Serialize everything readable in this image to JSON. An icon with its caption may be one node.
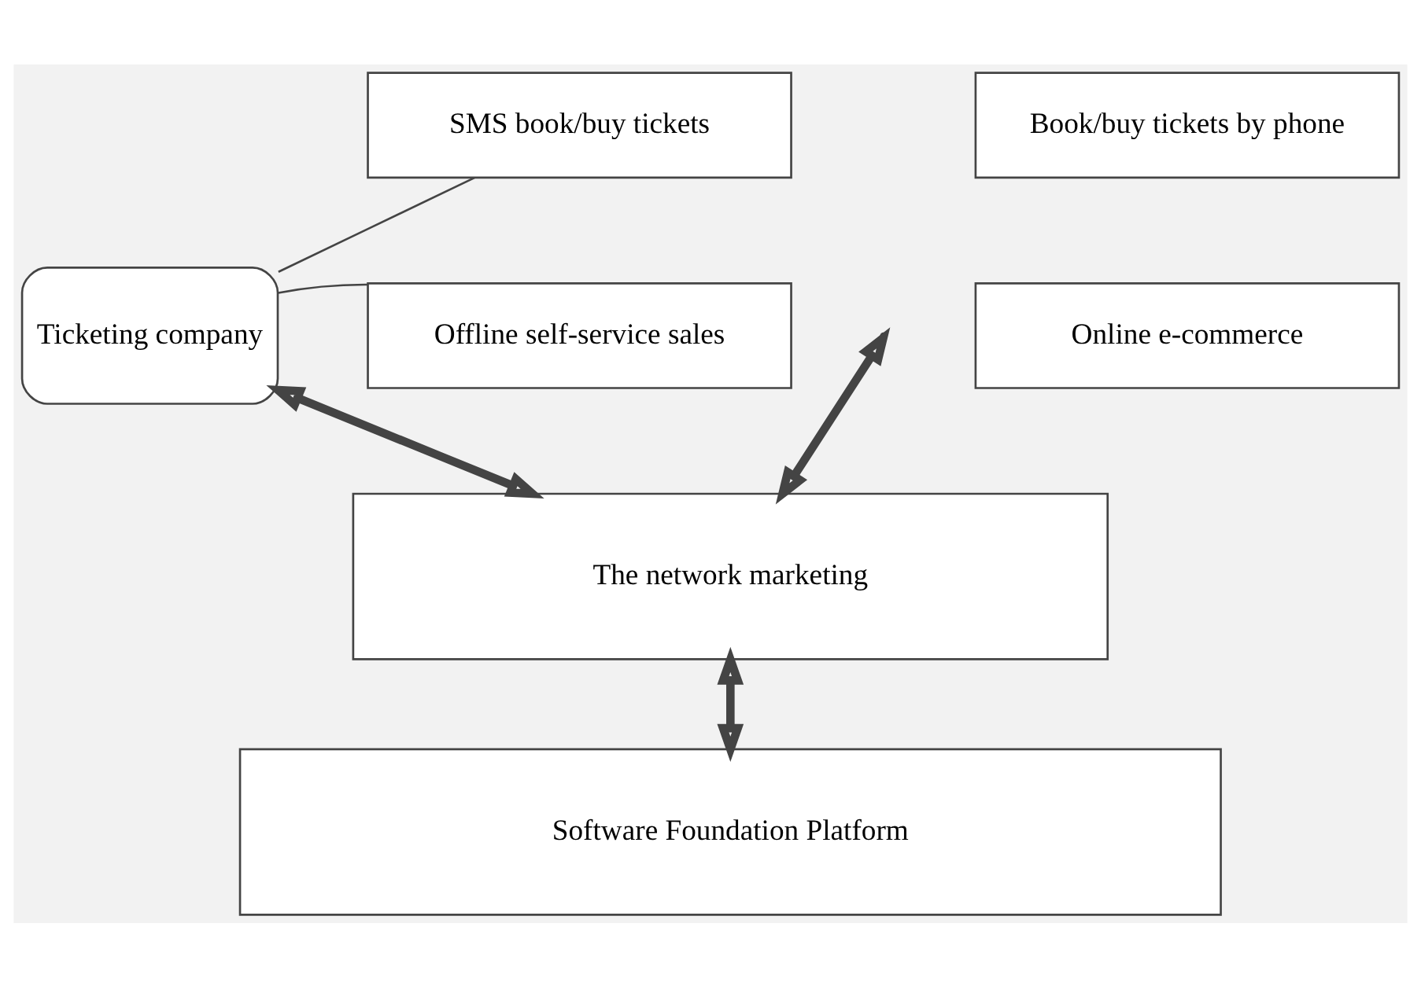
{
  "diagram": {
    "nodes": [
      {
        "text": [
          "Ticketing company"
        ]
      },
      {
        "text": [
          "SMS book/buy tickets"
        ]
      },
      {
        "text": [
          "Book/buy tickets by phone"
        ]
      },
      {
        "text": [
          "Offline self-service sales"
        ]
      },
      {
        "text": [
          "Online e-commerce"
        ]
      },
      {
        "text": [
          "The network marketing"
        ]
      },
      {
        "text": [
          "Software Foundation Platform"
        ]
      }
    ],
    "edges": [
      {
        "from": 0,
        "to": 1,
        "arrow": "none"
      },
      {
        "from": 0,
        "to": 3,
        "arrow": "none"
      },
      {
        "from": 0,
        "to": 5,
        "arrow": "both"
      },
      {
        "from": null,
        "to": 5,
        "arrow": "both"
      },
      {
        "from": 5,
        "to": 6,
        "arrow": "both"
      }
    ]
  }
}
